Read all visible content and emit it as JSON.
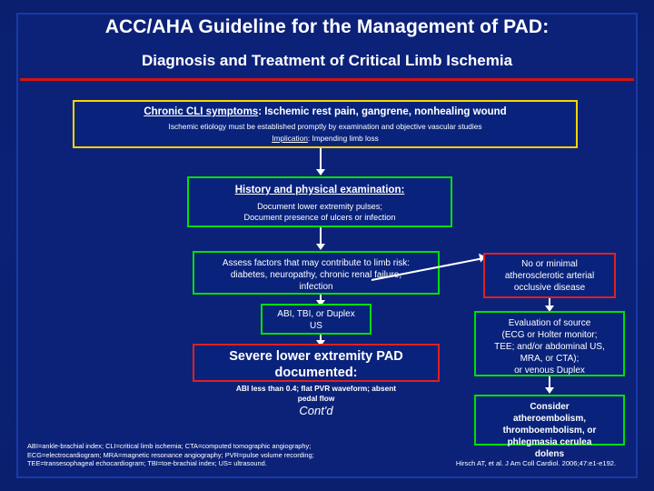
{
  "header": {
    "title": "ACC/AHA Guideline for the Management of PAD:",
    "subtitle": "Diagnosis and Treatment of Critical Limb Ischemia",
    "rule_color": "#d31313"
  },
  "boxes": {
    "symptoms": {
      "heading_underlined": "Chronic CLI symptoms",
      "heading_rest": ": Ischemic rest pain, gangrene, nonhealing wound",
      "line1": "Ischemic etiology must be established promptly by examination and objective vascular studies",
      "line2_label": "Implication",
      "line2_rest": ": Impending limb loss",
      "border_color": "#ffd400"
    },
    "history": {
      "heading": "History and physical examination:",
      "line1": "Document lower extremity pulses;",
      "line2": "Document presence of ulcers or infection",
      "border_color": "#00e000"
    },
    "assess": {
      "line1": "Assess factors that may contribute to limb risk:",
      "line2": "diabetes, neuropathy, chronic renal failure,",
      "line3": "infection",
      "border_color": "#00e000"
    },
    "abi": {
      "line1": "ABI, TBI, or Duplex",
      "line2": "US",
      "border_color": "#00e000"
    },
    "severe": {
      "heading1": "Severe lower extremity PAD",
      "heading2": "documented:",
      "border_color": "#e02020"
    },
    "severe_caption": {
      "line1": "ABI less than 0.4; flat PVR waveform; absent",
      "line2": "pedal flow"
    },
    "no_minimal": {
      "line1": "No or minimal",
      "line2": "atherosclerotic arterial",
      "line3": "occlusive disease",
      "border_color": "#e02020"
    },
    "evaluation": {
      "line1": "Evaluation of source",
      "line2": "(ECG or Holter monitor;",
      "line3": "TEE; and/or abdominal US,",
      "line4": "MRA, or CTA);",
      "line5": "or venous Duplex",
      "border_color": "#00e000"
    },
    "consider": {
      "line1": "Consider",
      "line2": "atheroembolism,",
      "line3": "thromboembolism, or",
      "line4": "phlegmasia cerulea",
      "line5": "dolens",
      "border_color": "#00e000"
    }
  },
  "contd": "Cont'd",
  "footnote": {
    "line1": "ABI=ankle-brachial index; CLI=critical limb ischemia; CTA=computed tomographic angiography;",
    "line2": "ECG=electrocardiogram; MRA=magnetic resonance angiography; PVR=pulse volume recording;",
    "line3": "TEE=transesophageal echocardiogram; TBI=toe-brachial index; US= ultrasound."
  },
  "citation": {
    "text": "Hirsch AT, et al. J Am  Coll Cardiol. 2006;47:e1-e192."
  }
}
